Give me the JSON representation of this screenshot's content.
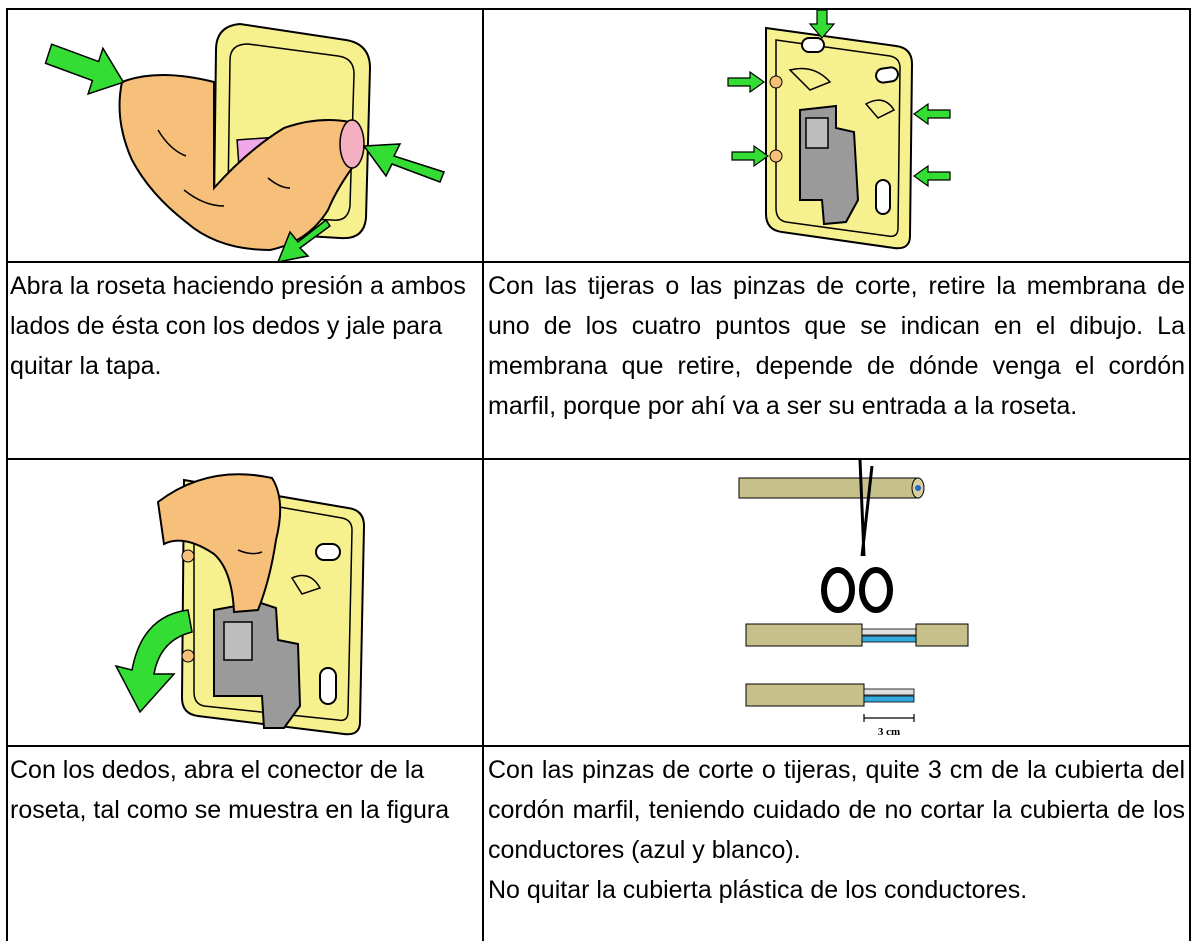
{
  "steps": [
    {
      "illustration": "roseta-open-cover",
      "text": "Abra la roseta haciendo presión a ambos lados de ésta con los dedos y jale para quitar la tapa."
    },
    {
      "illustration": "roseta-membranes",
      "text": "Con las tijeras o las pinzas de corte, retire la membrana de uno de los cuatro puntos que se indican en el dibujo. La membrana que retire, depende de dónde venga el cordón marfil, porque por ahí va a ser su entrada a la roseta."
    },
    {
      "illustration": "roseta-open-connector",
      "text": "Con los dedos, abra el conector de la roseta, tal como se muestra en la figura"
    },
    {
      "illustration": "cable-stripping",
      "text": "Con las pinzas de corte o tijeras, quite 3 cm de la cubierta del cordón marfil, teniendo cuidado de no cortar la cubierta de los conductores (azul y blanco).",
      "text2": "No quitar la cubierta plástica de los conductores.",
      "measure_label": "3 cm"
    }
  ],
  "colors": {
    "roseta_body": "#f7f08e",
    "finger": "#f7c07a",
    "arrow": "#33dd33",
    "connector": "#9a9a9a",
    "cable": "#c8c08a",
    "conductor_blue": "#33aadd"
  }
}
